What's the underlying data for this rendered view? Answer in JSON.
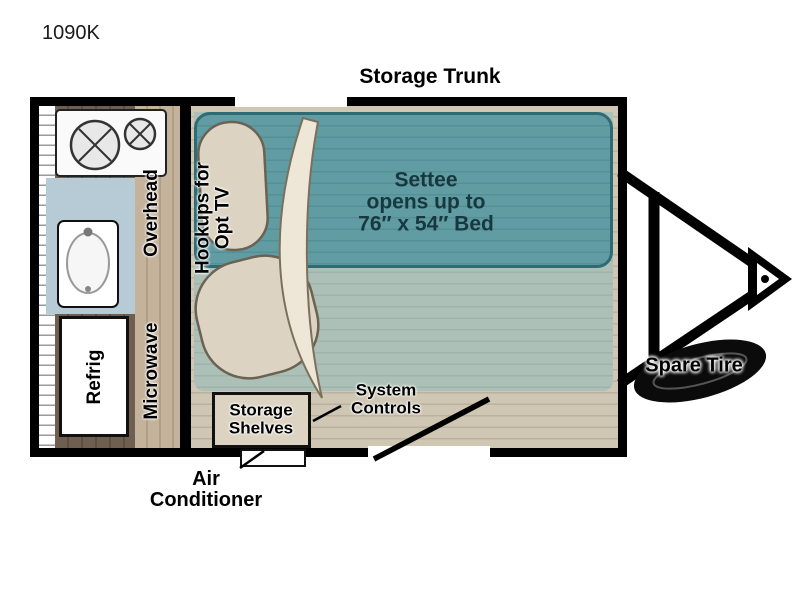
{
  "title": "1090K",
  "labels": {
    "storage_trunk": "Storage Trunk",
    "overhead": "Overhead",
    "microwave": "Microwave",
    "refrig": "Refrig",
    "hookups": {
      "line1": "Hookups for",
      "line2": "Opt TV"
    },
    "settee": {
      "line1": "Settee",
      "line2": "opens up to",
      "line3": "76″ x 54″ Bed"
    },
    "storage_shelves": {
      "line1": "Storage",
      "line2": "Shelves"
    },
    "system_controls": {
      "line1": "System",
      "line2": "Controls"
    },
    "air_conditioner": {
      "line1": "Air",
      "line2": "Conditioner"
    },
    "spare_tire": "Spare Tire"
  },
  "colors": {
    "wall": "#000000",
    "floor": "#cfc7b4",
    "floor_line": "#bbb29d",
    "teal_dark": "#619ca3",
    "teal_dark_line": "#549097",
    "teal_dark_border": "#2e6b73",
    "teal_mid": "#adc0b8",
    "teal_mid_line": "#9eb3aa",
    "wood_dark": "#6e5f50",
    "wood_dark_line": "#5c4e40",
    "wood_light": "#c4b29b",
    "wood_light_line": "#b09e87",
    "sink_blue": "#b6cbd5",
    "cushion": "#dcd3c2",
    "cushion_stroke": "#6b6253",
    "settee_text": "#16383e"
  }
}
